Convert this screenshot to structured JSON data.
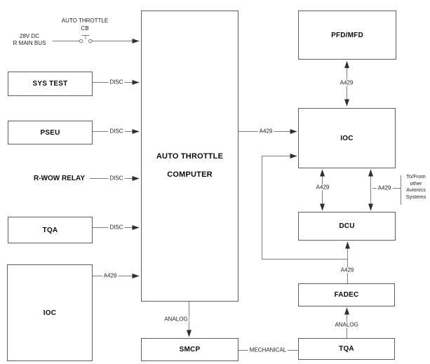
{
  "blocks": {
    "sys_test": "SYS TEST",
    "pseu": "PSEU",
    "r_wow_relay": "R-WOW RELAY",
    "tqa_left": "TQA",
    "ioc_left": "IOC",
    "computer_line1": "AUTO THROTTLE",
    "computer_line2": "COMPUTER",
    "pfd_mfd": "PFD/MFD",
    "ioc_right": "IOC",
    "dcu": "DCU",
    "fadec": "FADEC",
    "tqa_right": "TQA",
    "smcp": "SMCP"
  },
  "labels": {
    "auto_throttle_cb": "AUTO THROTTLE\nCB",
    "power_bus": "28V DC\nR MAIN BUS",
    "disc": "DISC",
    "a429": "A429",
    "analog": "ANALOG",
    "mechanical": "MECHANICAL",
    "to_from_avionics": "To/From\nother\nAvionics\nSystems"
  },
  "colors": {
    "wire": "#7d7d7d",
    "arrowhead": "#2e2e2e",
    "box_border": "#5d5d5d",
    "text": "#0c0c0c",
    "background": "#ffffff"
  }
}
